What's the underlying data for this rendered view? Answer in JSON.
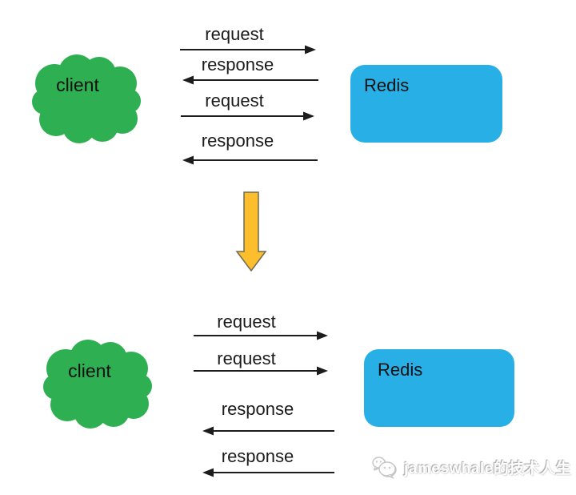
{
  "colors": {
    "cloud_green": "#2eaf51",
    "box_blue": "#28afe6",
    "transition_yellow": "#fcbe2d",
    "transition_outline": "#6b6b55",
    "arrow_black": "#1c1c1c"
  },
  "diagram": {
    "top": {
      "client_label": "client",
      "server_label": "Redis",
      "messages": [
        {
          "label": "request",
          "direction": "client-to-redis"
        },
        {
          "label": "response",
          "direction": "redis-to-client"
        },
        {
          "label": "request",
          "direction": "client-to-redis"
        },
        {
          "label": "response",
          "direction": "redis-to-client"
        }
      ]
    },
    "bottom": {
      "client_label": "client",
      "server_label": "Redis",
      "messages": [
        {
          "label": "request",
          "direction": "client-to-redis"
        },
        {
          "label": "request",
          "direction": "client-to-redis"
        },
        {
          "label": "response",
          "direction": "redis-to-client"
        },
        {
          "label": "response",
          "direction": "redis-to-client"
        }
      ]
    },
    "watermark": {
      "text": "jameswhale的技术人生",
      "icon": "chat-bubbles-logo"
    }
  }
}
